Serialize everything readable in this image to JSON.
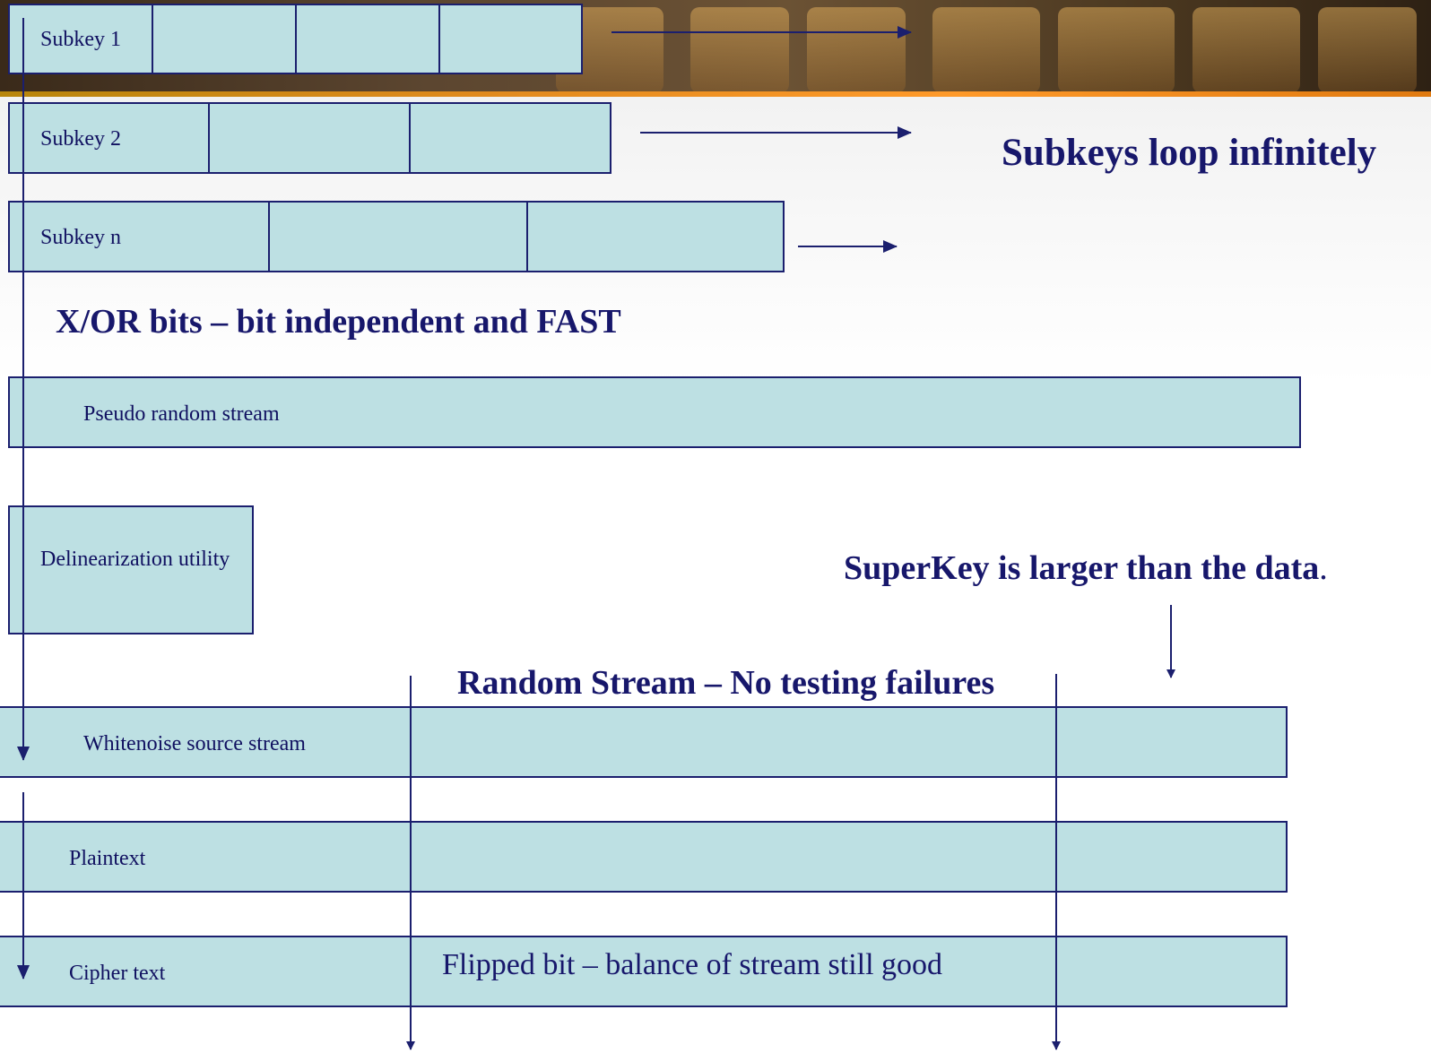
{
  "subkeys": [
    {
      "label": "Subkey 1"
    },
    {
      "label": "Subkey 2"
    },
    {
      "label": "Subkey n"
    }
  ],
  "headings": {
    "loop": "Subkeys loop infinitely",
    "xor": "X/OR bits – bit independent and FAST",
    "superkey": "SuperKey is larger than the data",
    "superkey_period": ".",
    "random": "Random Stream – No testing failures"
  },
  "streams": {
    "pseudo": "Pseudo random stream",
    "delinearization": "Delinearization utility",
    "whitenoise": "Whitenoise source stream",
    "plaintext": "Plaintext",
    "cipher": "Cipher text",
    "flipped_note": "Flipped bit – balance of stream still good"
  },
  "colors": {
    "box_fill": "#bde0e3",
    "stroke": "#1b1f6e",
    "heading_text": "#17176b"
  }
}
